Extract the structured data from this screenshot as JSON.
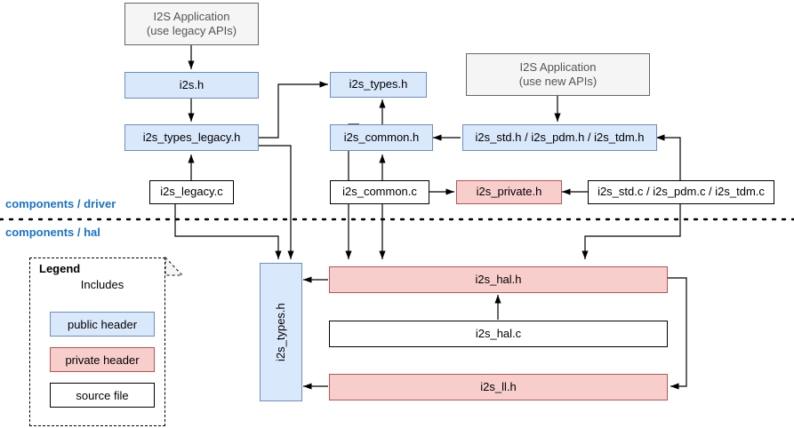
{
  "diagram": {
    "title": "I2S driver and HAL header inclusion diagram",
    "colors": {
      "public_header_fill": "#dae8fc",
      "public_header_border": "#6c8ebf",
      "private_header_fill": "#f8cecc",
      "private_header_border": "#b85450",
      "source_file_fill": "#ffffff",
      "source_file_border": "#000000",
      "application_fill": "#f5f5f5",
      "application_border": "#666666",
      "zone_label_color": "#1a73c8",
      "edge_color": "#000000"
    }
  },
  "zones": {
    "driver_label": "components / driver",
    "hal_label": "components / hal"
  },
  "nodes": {
    "app_legacy_line1": "I2S Application",
    "app_legacy_line2": "(use legacy APIs)",
    "app_new_line1": "I2S Application",
    "app_new_line2": "(use new APIs)",
    "i2s_h": "i2s.h",
    "i2s_types_h_top": "i2s_types.h",
    "i2s_types_legacy_h": "i2s_types_legacy.h",
    "i2s_common_h": "i2s_common.h",
    "i2s_std_pdm_tdm_h": "i2s_std.h / i2s_pdm.h / i2s_tdm.h",
    "i2s_legacy_c": "i2s_legacy.c",
    "i2s_common_c": "i2s_common.c",
    "i2s_private_h": "i2s_private.h",
    "i2s_std_pdm_tdm_c": "i2s_std.c / i2s_pdm.c / i2s_tdm.c",
    "i2s_types_h_hal": "i2s_types.h",
    "i2s_hal_h": "i2s_hal.h",
    "i2s_hal_c": "i2s_hal.c",
    "i2s_ll_h": "i2s_ll.h"
  },
  "legend": {
    "title": "Legend",
    "includes_label": "Includes",
    "public_header": "public header",
    "private_header": "private header",
    "source_file": "source file"
  },
  "edges": [
    {
      "from": "app_legacy",
      "to": "i2s_h",
      "kind": "includes"
    },
    {
      "from": "i2s_h",
      "to": "i2s_types_legacy_h",
      "kind": "includes"
    },
    {
      "from": "i2s_legacy_c",
      "to": "i2s_types_legacy_h",
      "kind": "includes"
    },
    {
      "from": "i2s_types_legacy_h",
      "to": "i2s_types_h_top",
      "kind": "includes"
    },
    {
      "from": "i2s_types_legacy_h",
      "to": "i2s_types_h_hal",
      "kind": "includes"
    },
    {
      "from": "i2s_legacy_c",
      "to": "i2s_types_h_hal",
      "kind": "includes"
    },
    {
      "from": "i2s_common_h",
      "to": "i2s_types_h_top",
      "kind": "includes"
    },
    {
      "from": "i2s_common_c",
      "to": "i2s_common_h",
      "kind": "includes"
    },
    {
      "from": "i2s_std_pdm_tdm_h",
      "to": "i2s_common_h",
      "kind": "includes"
    },
    {
      "from": "app_new",
      "to": "i2s_std_pdm_tdm_h",
      "kind": "includes"
    },
    {
      "from": "i2s_std_pdm_tdm_c",
      "to": "i2s_std_pdm_tdm_h",
      "kind": "includes"
    },
    {
      "from": "i2s_common_c",
      "to": "i2s_private_h",
      "kind": "includes"
    },
    {
      "from": "i2s_std_pdm_tdm_c",
      "to": "i2s_private_h",
      "kind": "includes"
    },
    {
      "from": "i2s_common_h",
      "to": "i2s_hal_h",
      "kind": "includes"
    },
    {
      "from": "i2s_common_c",
      "to": "i2s_hal_h",
      "kind": "includes"
    },
    {
      "from": "i2s_std_pdm_tdm_c",
      "to": "i2s_hal_h",
      "kind": "includes"
    },
    {
      "from": "i2s_hal_h",
      "to": "i2s_types_h_hal",
      "kind": "includes"
    },
    {
      "from": "i2s_hal_c",
      "to": "i2s_hal_h",
      "kind": "includes"
    },
    {
      "from": "i2s_hal_h",
      "to": "i2s_ll_h",
      "kind": "includes"
    },
    {
      "from": "i2s_ll_h",
      "to": "i2s_types_h_hal",
      "kind": "includes"
    }
  ]
}
